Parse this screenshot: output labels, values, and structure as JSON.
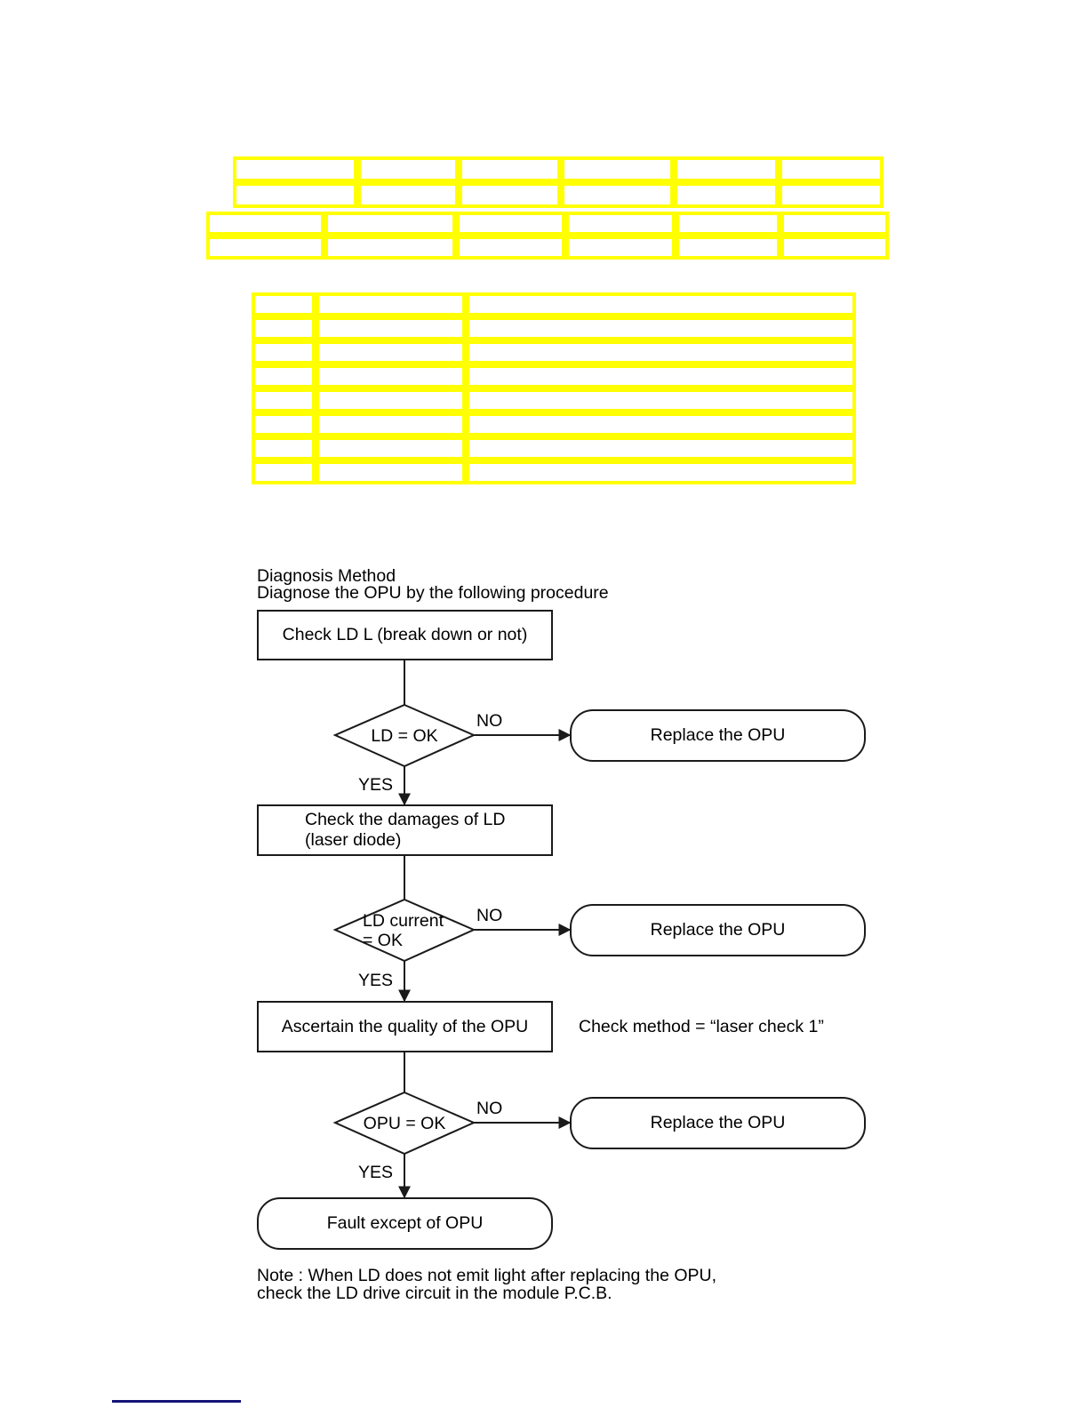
{
  "page": {
    "background": "#ffffff",
    "redaction_color": "#FFFF00",
    "line_color": "#1a1a1a",
    "footer_rule_color": "#141478"
  },
  "redacted_tables": [
    {
      "name": "upper-specification-table-part-a",
      "rows": 2,
      "cols": 6,
      "note": "contents redacted"
    },
    {
      "name": "upper-specification-table-part-b",
      "rows": 2,
      "cols": 6,
      "note": "contents redacted"
    },
    {
      "name": "lower-specification-table",
      "rows": 8,
      "cols": 3,
      "note": "contents redacted"
    }
  ],
  "flowchart": {
    "heading_line_1": "Diagnosis Method",
    "heading_line_2": "Diagnose the OPU by the following procedure",
    "nodes": {
      "check_ld": "Check LD L (break down or not)",
      "decision_ld_ok": "LD = OK",
      "replace_opu_1": "Replace the OPU",
      "check_damages": "Check the damages of LD\n(laser diode)",
      "decision_ld_current_ok": "LD current\n= OK",
      "replace_opu_2": "Replace the OPU",
      "ascertain_quality": "Ascertain the quality of the OPU",
      "check_method_note": "Check method = “laser check 1”",
      "decision_opu_ok": "OPU = OK",
      "replace_opu_3": "Replace the OPU",
      "fault_except": "Fault except of OPU"
    },
    "branches": {
      "no_1": "NO",
      "yes_1": "YES",
      "no_2": "NO",
      "yes_2": "YES",
      "no_3": "NO",
      "yes_3": "YES"
    },
    "note_line_1": "Note : When LD does not emit light after replacing the OPU,",
    "note_line_2": "check the LD drive circuit in the module P.C.B."
  }
}
